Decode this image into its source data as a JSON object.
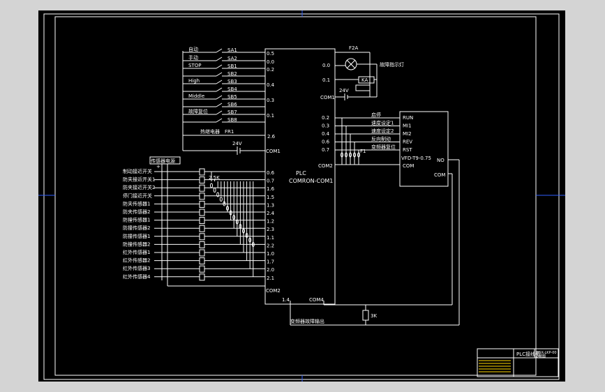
{
  "left_inputs_top": [
    {
      "label": "自动",
      "switch": "SA1",
      "terminal": "0.5"
    },
    {
      "label": "手动",
      "switch": "SA2",
      "terminal": "0.0"
    },
    {
      "label": "STOP",
      "switch": "SB1",
      "terminal": "0.2"
    },
    {
      "label": "",
      "switch": "SB2",
      "terminal": ""
    },
    {
      "label": "High",
      "switch": "SB3",
      "terminal": "0.4"
    },
    {
      "label": "",
      "switch": "SB4",
      "terminal": ""
    },
    {
      "label": "Middle",
      "switch": "SB5",
      "terminal": "0.3"
    },
    {
      "label": "",
      "switch": "SB6",
      "terminal": ""
    },
    {
      "label": "故障复位",
      "switch": "SB7",
      "terminal": "0.1"
    },
    {
      "label": "",
      "switch": "SB8",
      "terminal": ""
    }
  ],
  "thermal": {
    "label": "热继电器",
    "device": "FR1",
    "terminal": "2.6"
  },
  "supply_left": {
    "voltage": "24V",
    "terminal": "COM1"
  },
  "sensor_box_label": "传感器电源",
  "plus_sign": "+",
  "sensors": [
    {
      "label": "制动接近开关",
      "terminal": "0.6"
    },
    {
      "label": "防夹接近开关1",
      "terminal": "0.7"
    },
    {
      "label": "防夹接近开关2",
      "terminal": "1.6"
    },
    {
      "label": "停门接近开关",
      "terminal": "1.5"
    },
    {
      "label": "防夹传感器1",
      "terminal": "1.3"
    },
    {
      "label": "防夹传感器2",
      "terminal": "2.4"
    },
    {
      "label": "防撞传感器1",
      "terminal": "1.2"
    },
    {
      "label": "防撞传感器2",
      "terminal": "2.3"
    },
    {
      "label": "防撞传感器1",
      "terminal": "1.1"
    },
    {
      "label": "防撞传感器2",
      "terminal": "2.2"
    },
    {
      "label": "红外传感器1",
      "terminal": "1.0"
    },
    {
      "label": "红外传感器2",
      "terminal": "1.7"
    },
    {
      "label": "红外传感器3",
      "terminal": "2.0"
    },
    {
      "label": "红外传感器4",
      "terminal": "2.1"
    }
  ],
  "resistor_label": "2.5K",
  "com2_left": "COM2",
  "plc_title": "PLC",
  "plc_model": "COMRON-COM1",
  "outputs_top": [
    {
      "terminal": "0.0",
      "device": "故障指示灯"
    },
    {
      "terminal": "0.1",
      "device": "KA"
    }
  ],
  "lamp_fuse": "F2A",
  "supply_right": {
    "voltage": "24V",
    "terminal": "COM1"
  },
  "vfd_outputs": [
    {
      "terminal": "0.2",
      "desc": "启停",
      "vfd": "RUN"
    },
    {
      "terminal": "0.3",
      "desc": "速度设定1",
      "vfd": "MI1"
    },
    {
      "terminal": "0.4",
      "desc": "速度设定2",
      "vfd": "MI2"
    },
    {
      "terminal": "0.6",
      "desc": "反向制动",
      "vfd": "REV"
    },
    {
      "terminal": "0.7",
      "desc": "变频器复位",
      "vfd": "RST"
    }
  ],
  "output_fuse": "F1",
  "com2_right": "COM2",
  "vfd": {
    "model": "VFD-T9-0.75",
    "com_left": "COM",
    "no": "NO",
    "com_right": "COM"
  },
  "bottom": {
    "terminal_a": "1.4",
    "terminal_b": "COM4",
    "fault_label": "变频器故障输出",
    "resistor": "3K"
  },
  "title_block": {
    "name": "PLC接线图",
    "code": "JDSX-LKP-00",
    "sub": "总装图"
  }
}
